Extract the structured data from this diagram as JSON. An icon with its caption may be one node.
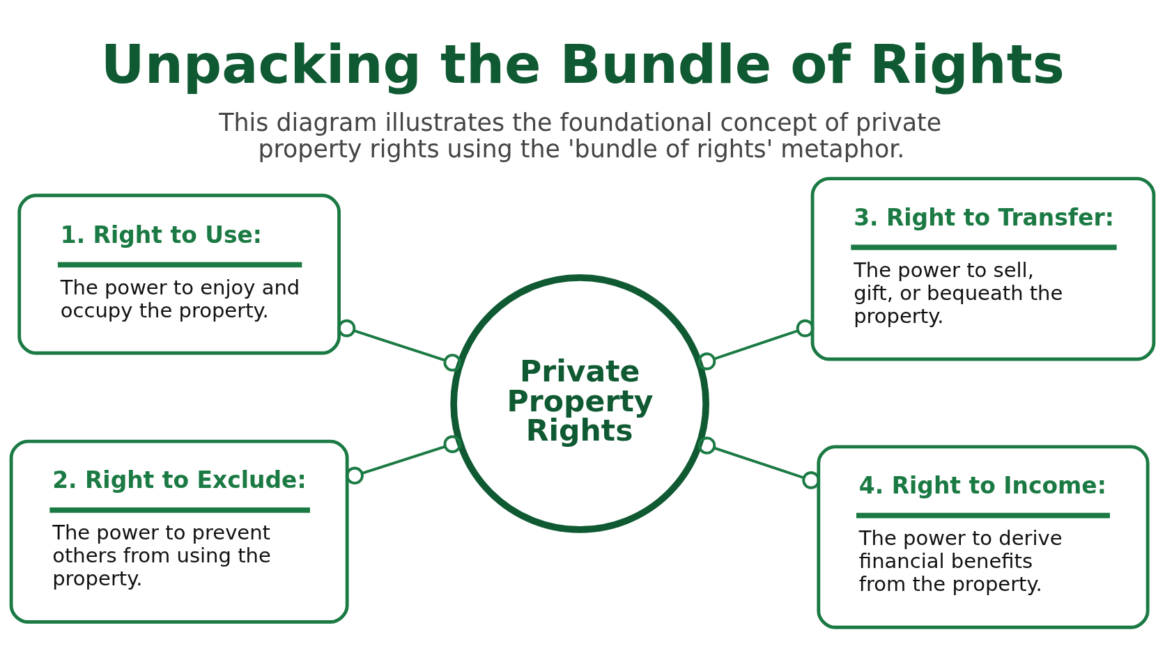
{
  "diagram": {
    "title": "Unpacking the Bundle of Rights",
    "caption": "This diagram illustrates the foundational concept of private property rights using the 'bundle of rights' metaphor.",
    "nodes": [
      {
        "text": [
          "1. Right to Use:",
          "The power to enjoy and occupy the property."
        ]
      },
      {
        "text": [
          "Private Property Rights"
        ]
      },
      {
        "text": [
          "3. Right to Transfer:",
          "The power to sell, gift, or bequeath the property."
        ]
      },
      {
        "text": [
          "2. Right to Exclude:",
          "The power to prevent others from using the property."
        ]
      },
      {
        "text": [
          "4. Right to Income:",
          "The power to derive financial benefits from the property."
        ]
      }
    ],
    "edges": [
      {
        "from": 0,
        "to": 1,
        "arrow": "other"
      },
      {
        "from": 1,
        "to": 2,
        "arrow": "other"
      },
      {
        "from": 3,
        "to": 1,
        "arrow": "other"
      },
      {
        "from": 1,
        "to": 4,
        "arrow": "other"
      }
    ]
  }
}
